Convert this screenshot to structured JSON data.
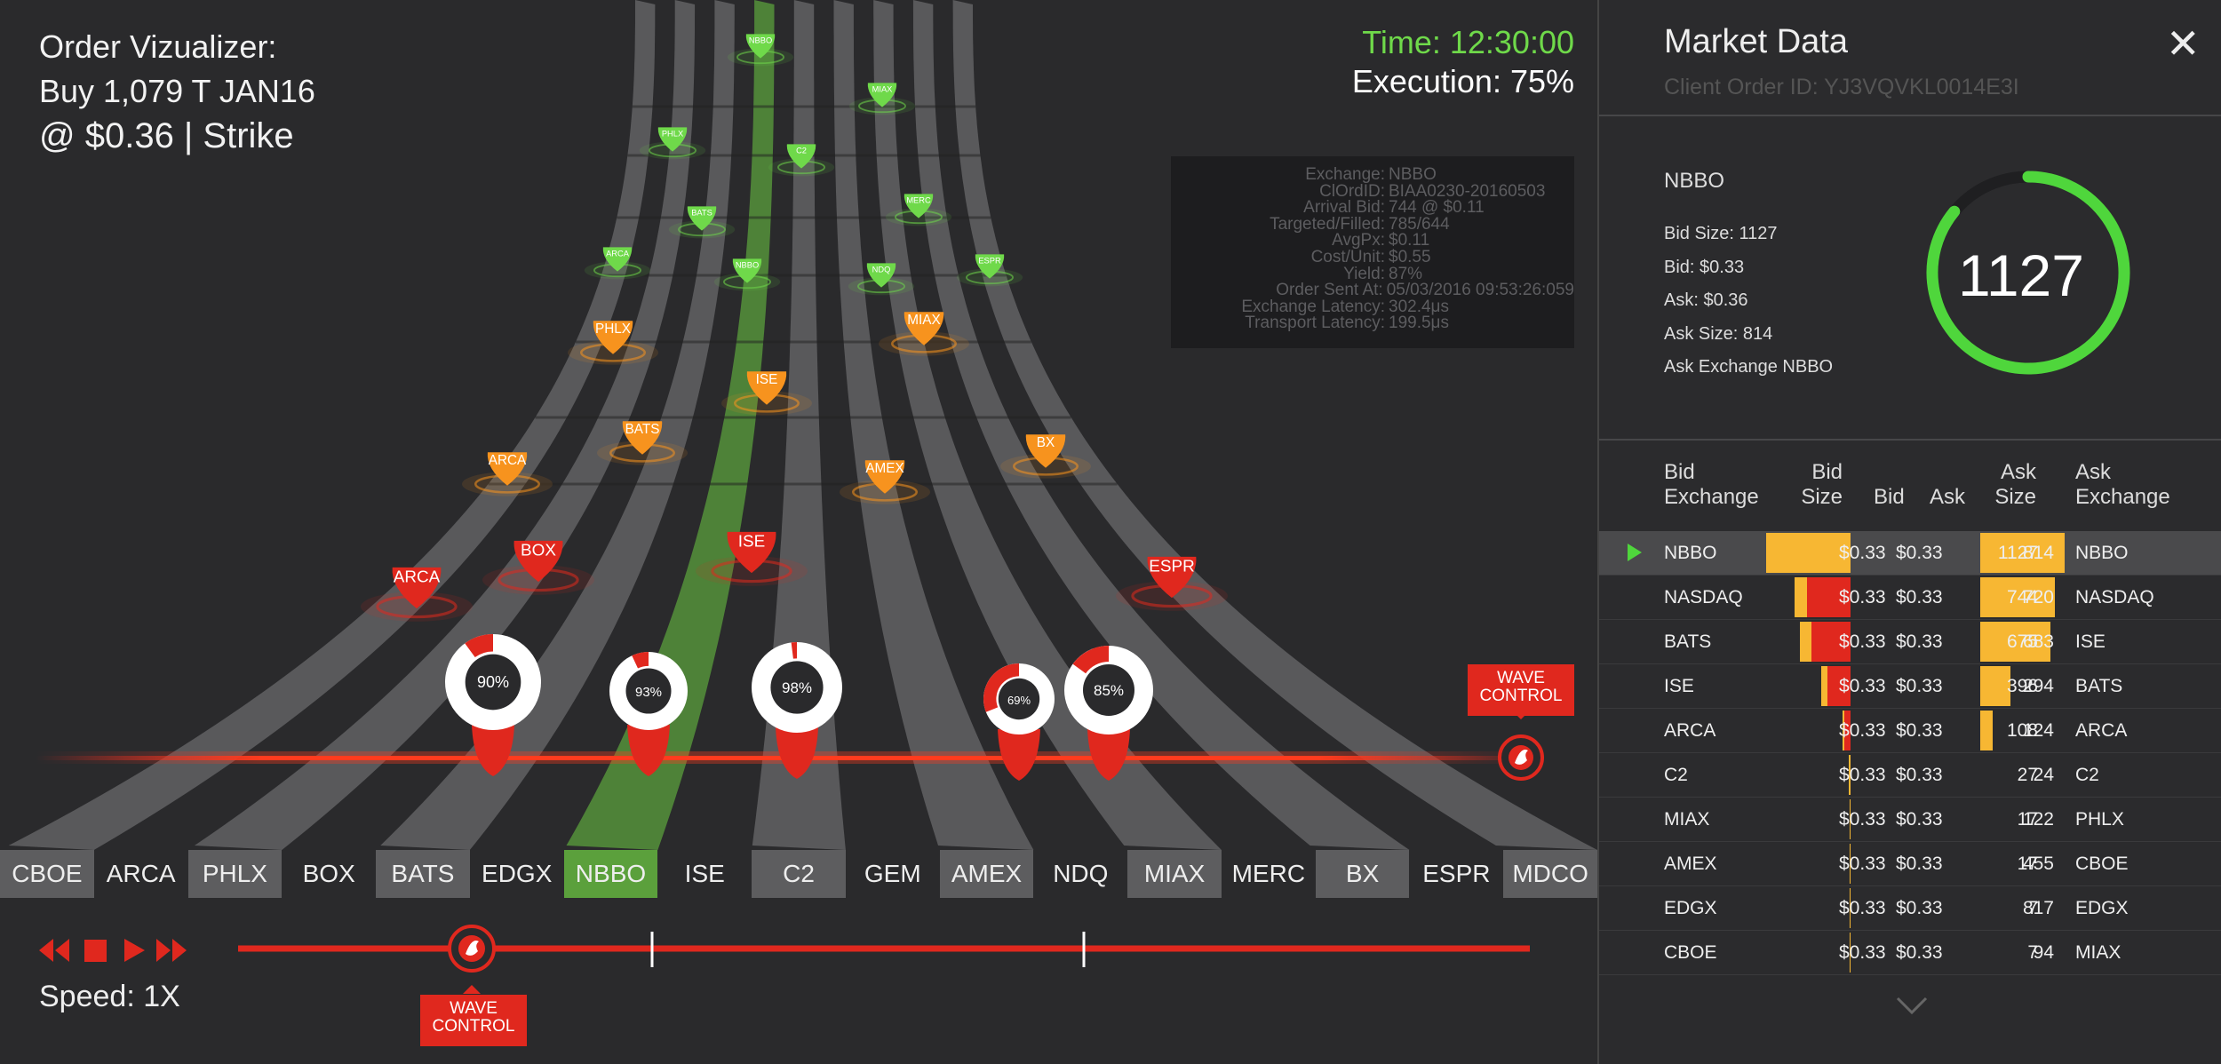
{
  "visualizer": {
    "title_line1": "Order Vizualizer:",
    "title_line2": "Buy 1,079 T JAN16",
    "title_line3": "@ $0.36 | Strike",
    "time": "Time: 12:30:00",
    "execution": "Execution: 75%",
    "info": [
      {
        "k": "Exchange:",
        "v": "NBBO"
      },
      {
        "k": "ClOrdID:",
        "v": "BIAA0230-20160503"
      },
      {
        "k": "Arrival Bid:",
        "v": "744 @ $0.11"
      },
      {
        "k": "Targeted/Filled:",
        "v": "785/644"
      },
      {
        "k": "AvgPx:",
        "v": "$0.11"
      },
      {
        "k": "Cost/Unit:",
        "v": "$0.55"
      },
      {
        "k": "Yield:",
        "v": "87%"
      },
      {
        "k": "Order Sent At:",
        "v": "05/03/2016 09:53:26:059"
      },
      {
        "k": "Exchange Latency:",
        "v": "302.4μs"
      },
      {
        "k": "Transport Latency:",
        "v": "199.5μs"
      }
    ],
    "exchanges": [
      "CBOE",
      "ARCA",
      "PHLX",
      "BOX",
      "BATS",
      "EDGX",
      "NBBO",
      "ISE",
      "C2",
      "GEM",
      "AMEX",
      "NDQ",
      "MIAX",
      "MERC",
      "BX",
      "ESPR",
      "MDCO"
    ],
    "highlighted_lane": "NBBO",
    "markers": [
      {
        "label": "NBBO",
        "status": "green"
      },
      {
        "label": "MIAX",
        "status": "green"
      },
      {
        "label": "PHLX",
        "status": "green"
      },
      {
        "label": "C2",
        "status": "green"
      },
      {
        "label": "MERC",
        "status": "green"
      },
      {
        "label": "BATS",
        "status": "green"
      },
      {
        "label": "ARCA",
        "status": "green"
      },
      {
        "label": "NBBO",
        "status": "green"
      },
      {
        "label": "NDQ",
        "status": "green"
      },
      {
        "label": "ESPR",
        "status": "green"
      },
      {
        "label": "PHLX",
        "status": "orange"
      },
      {
        "label": "MIAX",
        "status": "orange"
      },
      {
        "label": "ISE",
        "status": "orange"
      },
      {
        "label": "BATS",
        "status": "orange"
      },
      {
        "label": "ARCA",
        "status": "orange"
      },
      {
        "label": "AMEX",
        "status": "orange"
      },
      {
        "label": "BX",
        "status": "orange"
      },
      {
        "label": "ARCA",
        "status": "red"
      },
      {
        "label": "BOX",
        "status": "red"
      },
      {
        "label": "ISE",
        "status": "red"
      },
      {
        "label": "ESPR",
        "status": "red"
      }
    ],
    "fills": [
      {
        "pct": "90%",
        "value": 0.9
      },
      {
        "pct": "93%",
        "value": 0.93
      },
      {
        "pct": "98%",
        "value": 0.98
      },
      {
        "pct": "69%",
        "value": 0.69
      },
      {
        "pct": "85%",
        "value": 0.85
      }
    ],
    "wave_control_label": "WAVE CONTROL",
    "speed": "Speed: 1X",
    "colors": {
      "green": "#6fd94a",
      "orange": "#f7931e",
      "red": "#e0281e",
      "lane_light": "#5d5d5f",
      "lane_green": "#5ba03c"
    }
  },
  "panel": {
    "title": "Market Data",
    "client_order": "Client Order ID: YJ3VQVKL0014E3I",
    "close_icon": "close-icon",
    "nbbo_heading": "NBBO",
    "stats": [
      "Bid Size: 1127",
      "Bid: $0.33",
      "Ask: $0.36",
      "Ask Size: 814",
      "Ask Exchange NBBO"
    ],
    "gauge_value": "1127",
    "gauge_fill": 0.86,
    "headers": {
      "bid_exchange": "Bid Exchange",
      "bid_size": "Bid Size",
      "bid": "Bid",
      "ask": "Ask",
      "ask_size": "Ask Size",
      "ask_exchange": "Ask Exchange"
    },
    "rows": [
      {
        "bid_ex": "NBBO",
        "bid_size": "1127",
        "bid": "$0.33",
        "ask": "$0.33",
        "ask_size": "814",
        "ask_ex": "NBBO",
        "selected": true
      },
      {
        "bid_ex": "NASDAQ",
        "bid_size": "744",
        "bid": "$0.33",
        "ask": "$0.33",
        "ask_size": "720",
        "ask_ex": "NASDAQ"
      },
      {
        "bid_ex": "BATS",
        "bid_size": "675",
        "bid": "$0.33",
        "ask": "$0.33",
        "ask_size": "683",
        "ask_ex": "ISE"
      },
      {
        "bid_ex": "ISE",
        "bid_size": "396",
        "bid": "$0.33",
        "ask": "$0.33",
        "ask_size": "294",
        "ask_ex": "BATS"
      },
      {
        "bid_ex": "ARCA",
        "bid_size": "108",
        "bid": "$0.33",
        "ask": "$0.33",
        "ask_size": "124",
        "ask_ex": "ARCA"
      },
      {
        "bid_ex": "C2",
        "bid_size": "27",
        "bid": "$0.33",
        "ask": "$0.33",
        "ask_size": "24",
        "ask_ex": "C2"
      },
      {
        "bid_ex": "MIAX",
        "bid_size": "17",
        "bid": "$0.33",
        "ask": "$0.33",
        "ask_size": "122",
        "ask_ex": "PHLX"
      },
      {
        "bid_ex": "AMEX",
        "bid_size": "17",
        "bid": "$0.33",
        "ask": "$0.33",
        "ask_size": "455",
        "ask_ex": "CBOE"
      },
      {
        "bid_ex": "EDGX",
        "bid_size": "7",
        "bid": "$0.33",
        "ask": "$0.33",
        "ask_size": "817",
        "ask_ex": "EDGX"
      },
      {
        "bid_ex": "CBOE",
        "bid_size": "7",
        "bid": "$0.33",
        "ask": "$0.33",
        "ask_size": "94",
        "ask_ex": "MIAX"
      }
    ]
  }
}
